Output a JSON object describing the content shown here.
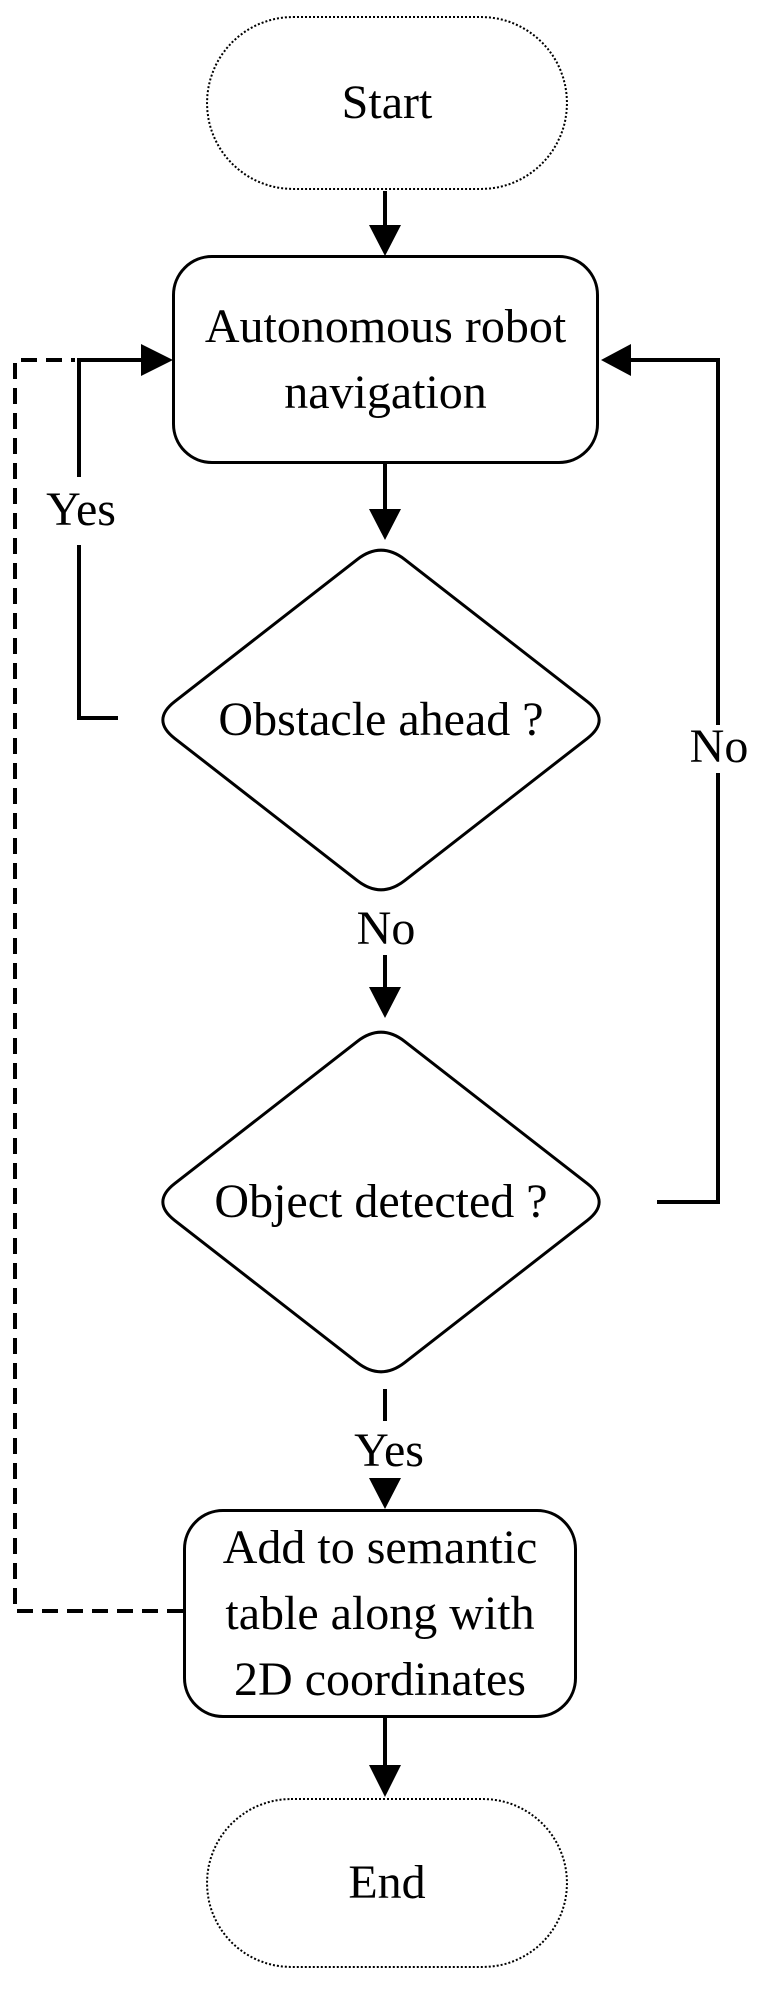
{
  "colors": {
    "ink": "#000000",
    "paper": "#ffffff"
  },
  "nodes": {
    "start": {
      "type": "terminator",
      "label": "Start"
    },
    "navigation": {
      "type": "process",
      "lines": [
        "Autonomous robot",
        "navigation"
      ]
    },
    "obstacle": {
      "type": "decision",
      "label": "Obstacle ahead ?"
    },
    "object": {
      "type": "decision",
      "label": "Object detected ?"
    },
    "add": {
      "type": "process",
      "lines": [
        "Add to semantic",
        "table along with",
        "2D coordinates"
      ]
    },
    "end": {
      "type": "terminator",
      "label": "End"
    }
  },
  "edge_labels": {
    "obstacle_yes": "Yes",
    "obstacle_no": "No",
    "object_no": "No",
    "object_yes": "Yes"
  }
}
